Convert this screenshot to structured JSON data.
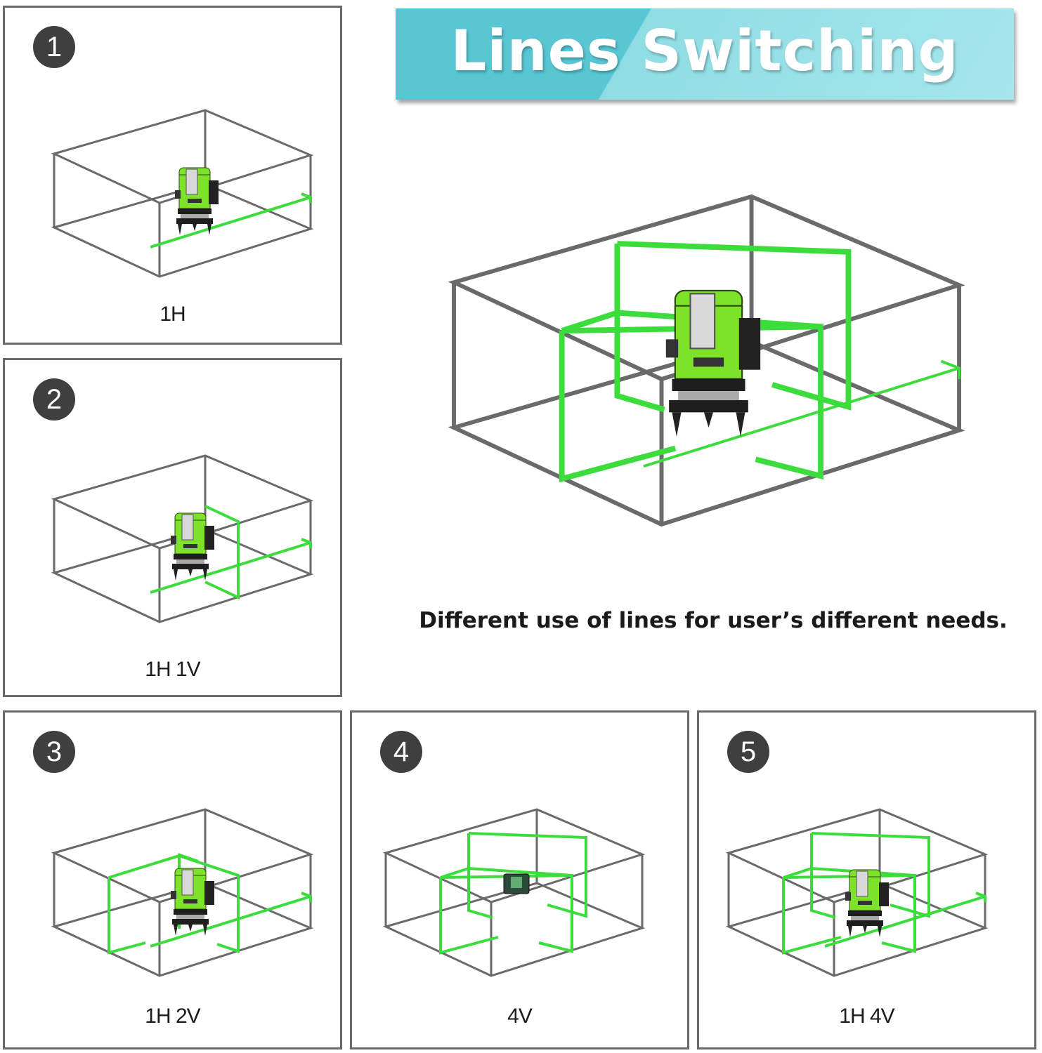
{
  "banner": {
    "title": "Lines Switching"
  },
  "tagline": "Different use of lines for user’s different needs.",
  "colors": {
    "laser": "#3ddc3d",
    "device_body": "#7fe22a",
    "frame_line": "#6a6a6a",
    "badge": "#3f3f3f",
    "banner_dark": "#59c6d3",
    "banner_light": "#a6e6ec"
  },
  "modes": [
    {
      "number": "1",
      "label": "1H"
    },
    {
      "number": "2",
      "label": "1H 1V"
    },
    {
      "number": "3",
      "label": "1H 2V"
    },
    {
      "number": "4",
      "label": "4V"
    },
    {
      "number": "5",
      "label": "1H 4V"
    }
  ]
}
